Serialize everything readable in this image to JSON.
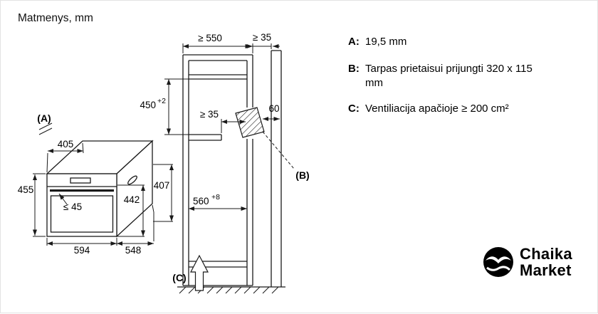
{
  "title": "Matmenys, mm",
  "oven": {
    "dim_a_label": "(A)",
    "dim_405": "405",
    "dim_455": "455",
    "dim_45": "≤ 45",
    "dim_594": "594",
    "dim_548": "548",
    "dim_442": "442",
    "dim_407": "407"
  },
  "cabinet": {
    "dim_550": "≥ 550",
    "dim_35_top": "≥ 35",
    "dim_450": "450",
    "dim_450_tol": "+2",
    "dim_35_inner": "≥ 35",
    "dim_60": "60",
    "dim_b_label": "(B)",
    "dim_560": "560",
    "dim_560_tol": "+8",
    "dim_c_label": "(C)"
  },
  "legend": {
    "items": [
      {
        "letter": "A:",
        "text": "19,5 mm"
      },
      {
        "letter": "B:",
        "text": "Tarpas prietaisui prijungti 320 x 115 mm"
      },
      {
        "letter": "C:",
        "text": "Ventiliacija apačioje ≥ 200 cm²"
      }
    ]
  },
  "logo": {
    "line1": "Chaika",
    "line2": "Market"
  },
  "colors": {
    "line": "#1a1a1a",
    "text": "#000000",
    "background": "#ffffff"
  }
}
